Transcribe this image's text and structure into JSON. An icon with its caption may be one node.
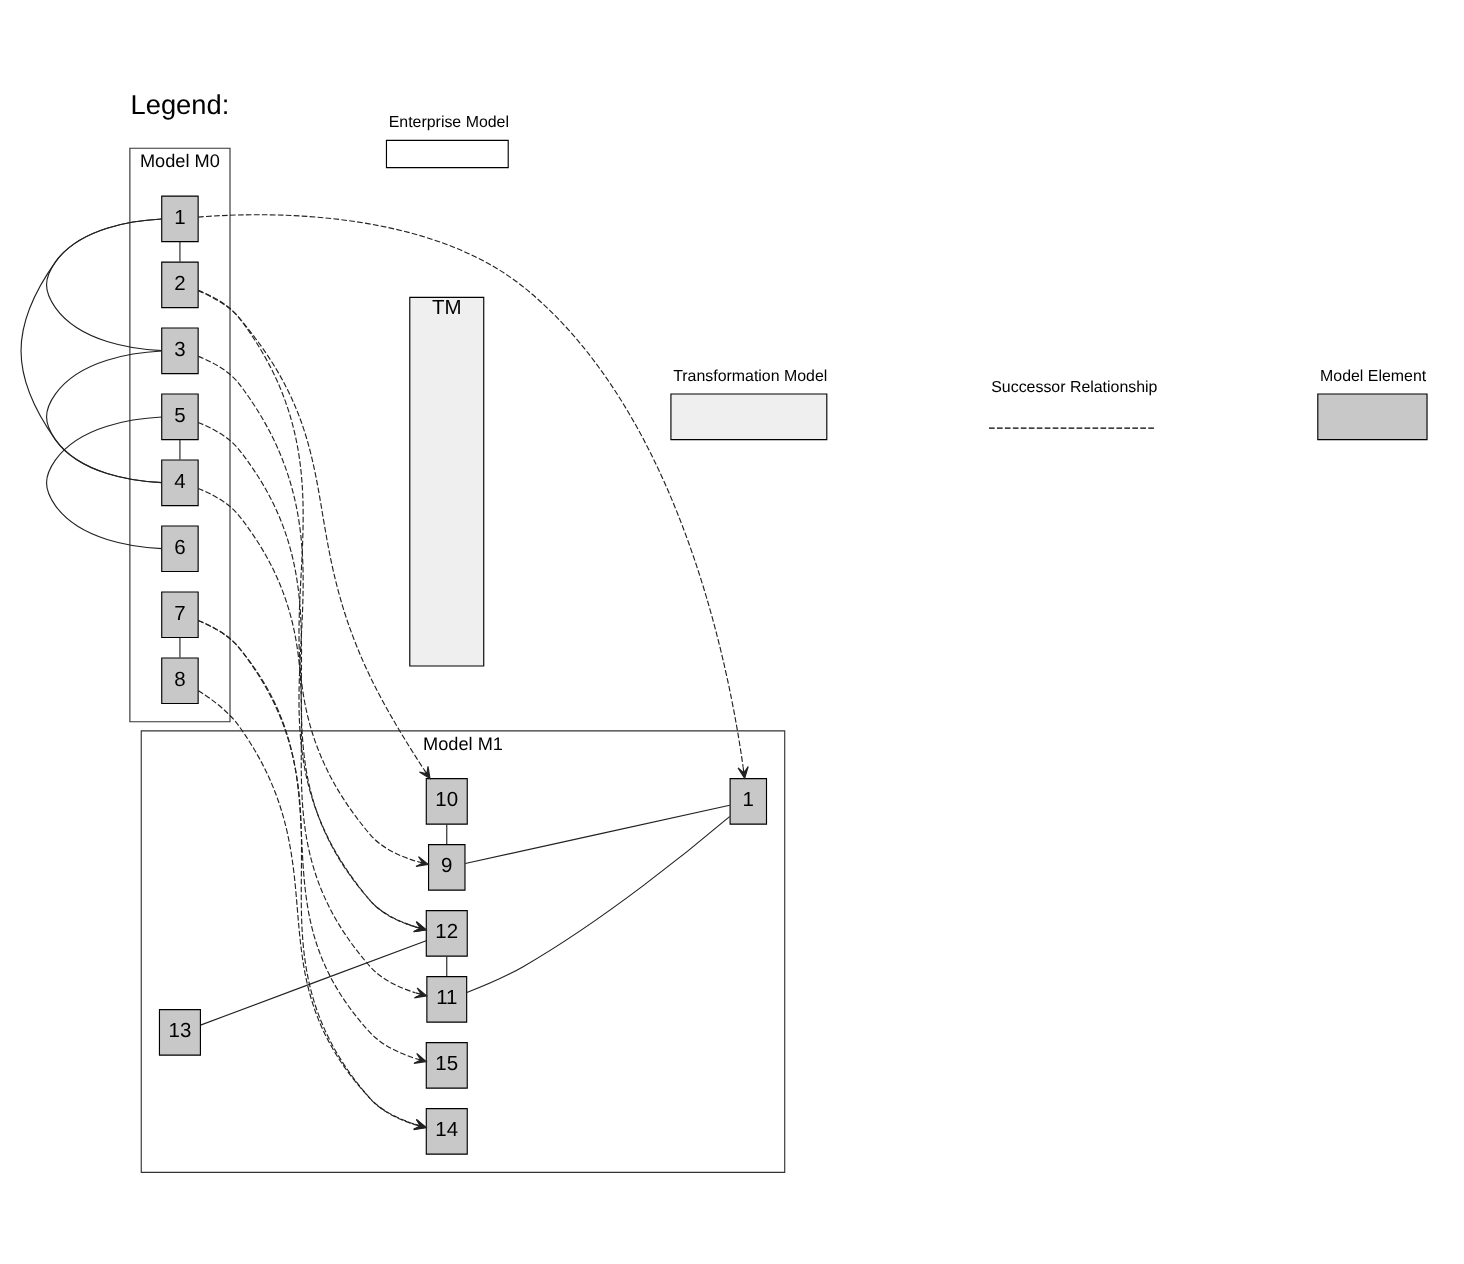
{
  "diagram": {
    "nodes": [
      {
        "text": [
          "Model M0"
        ]
      },
      {
        "text": [
          "TM"
        ]
      },
      {
        "text": [
          "Model M1"
        ]
      },
      {
        "text": [
          "1"
        ],
        "in": 0
      },
      {
        "text": [
          "2"
        ],
        "in": 0
      },
      {
        "text": [
          "3"
        ],
        "in": 0
      },
      {
        "text": [
          "4"
        ],
        "in": 0
      },
      {
        "text": [
          "5"
        ],
        "in": 0
      },
      {
        "text": [
          "6"
        ],
        "in": 0
      },
      {
        "text": [
          "7"
        ],
        "in": 0
      },
      {
        "text": [
          "8"
        ],
        "in": 0
      },
      {
        "text": [
          "1"
        ],
        "in": 2
      },
      {
        "text": [
          "9"
        ],
        "in": 2
      },
      {
        "text": [
          "10"
        ],
        "in": 2
      },
      {
        "text": [
          "11"
        ],
        "in": 2
      },
      {
        "text": [
          "12"
        ],
        "in": 2
      },
      {
        "text": [
          "13"
        ],
        "in": 2
      },
      {
        "text": [
          "14"
        ],
        "in": 2
      },
      {
        "text": [
          "15"
        ],
        "in": 2
      }
    ],
    "edges": [
      {
        "from": 3,
        "to": 4,
        "arrow": "none"
      },
      {
        "from": 3,
        "to": 5,
        "arrow": "none"
      },
      {
        "from": 3,
        "to": 6,
        "arrow": "none"
      },
      {
        "from": 5,
        "to": 6,
        "arrow": "none"
      },
      {
        "from": 6,
        "to": 7,
        "arrow": "none"
      },
      {
        "from": 7,
        "to": 8,
        "arrow": "none"
      },
      {
        "from": 9,
        "to": 10,
        "arrow": "none"
      },
      {
        "from": 11,
        "to": 12,
        "arrow": "none"
      },
      {
        "from": 12,
        "to": 13,
        "arrow": "none"
      },
      {
        "from": 11,
        "to": 14,
        "arrow": "none"
      },
      {
        "from": 14,
        "to": 15,
        "arrow": "none"
      },
      {
        "from": 15,
        "to": 16,
        "arrow": "none"
      },
      {
        "from": 3,
        "to": 11,
        "arrow": "to",
        "style": "dashed"
      },
      {
        "from": 4,
        "to": 12,
        "arrow": "to",
        "style": "dashed"
      },
      {
        "from": 4,
        "to": 13,
        "arrow": "to",
        "style": "dashed"
      },
      {
        "from": 5,
        "to": 15,
        "arrow": "to",
        "style": "dashed"
      },
      {
        "from": 6,
        "to": 14,
        "arrow": "to",
        "style": "dashed"
      },
      {
        "from": 7,
        "to": 15,
        "arrow": "to",
        "style": "dashed"
      },
      {
        "from": 9,
        "to": 17,
        "arrow": "to",
        "style": "dashed"
      },
      {
        "from": 9,
        "to": 18,
        "arrow": "to",
        "style": "dashed"
      },
      {
        "from": 10,
        "to": 17,
        "arrow": "to",
        "style": "dashed"
      }
    ],
    "labels": [
      "Legend:"
    ],
    "legend": [
      {
        "text": "Enterprise Model"
      },
      {
        "text": "Transformation Model"
      },
      {
        "text": "Successor Relationship"
      },
      {
        "text": "Model Element"
      }
    ]
  }
}
